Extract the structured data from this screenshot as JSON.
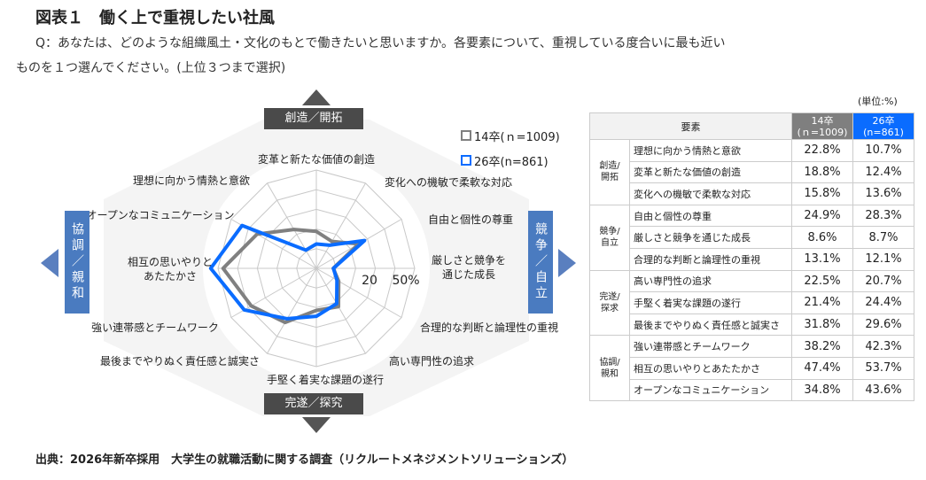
{
  "title": "図表１　働く上で重視したい社風",
  "question_line1": "Q：あなたは、どのような組織風土・文化のもとで働きたいと思いますか。各要素について、重視している度合いに最も近い",
  "question_line2": "ものを１つ選んでください。(上位３つまで選択)",
  "unit": "(単位:%)",
  "categories": {
    "top": "創造／開拓",
    "right": "競争／自立",
    "bottom": "完遂／探究",
    "left": "協調／親和"
  },
  "footer": "出典：2026年新卒採用　大学生の就職活動に関する調査（リクルートメネジメントソリューションズ）",
  "colors": {
    "s14": "#808080",
    "s26": "#0a6cff"
  },
  "chart_data": {
    "type": "radar",
    "axes": [
      "変革と新たな価値の創造",
      "変化への機敏で柔軟な対応",
      "自由と個性の尊重",
      "厳しさと競争を通じた成長",
      "合理的な判断と論理性の重視",
      "高い専門性の追求",
      "手堅く着実な課題の遂行",
      "最後までやりぬく責任感と誠実さ",
      "強い連帯感とチームワーク",
      "相互の思いやりとあたたかさ",
      "オープンなコミュニケーション",
      "理想に向かう情熱と意欲"
    ],
    "axis_labels": [
      "変革と新たな価値の創造",
      "変化への機敏で柔軟な対応",
      "自由と個性の尊重",
      "厳しさと競争を\n通じた成長",
      "合理的な判断と論理性の重視",
      "高い専門性の追求",
      "手堅く着実な課題の遂行",
      "最後までやりぬく責任感と誠実さ",
      "強い連帯感とチームワーク",
      "相互の思いやりと\nあたたかさ",
      "オープンなコミュニケーション",
      "理想に向かう情熱と意欲"
    ],
    "ticks": [
      "20",
      "50%"
    ],
    "range": [
      0,
      50
    ],
    "series": [
      {
        "name": "14卒(ｎ=1009)",
        "values": [
          18.8,
          15.8,
          24.9,
          8.6,
          13.1,
          22.5,
          21.4,
          31.8,
          38.2,
          47.4,
          34.8,
          22.8
        ]
      },
      {
        "name": "26卒(n=861)",
        "values": [
          12.4,
          13.6,
          28.3,
          8.7,
          12.1,
          20.7,
          24.4,
          29.6,
          42.3,
          53.7,
          43.6,
          10.7
        ]
      }
    ]
  },
  "table": {
    "header": {
      "element": "要素",
      "c14a": "14卒",
      "c14b": "(ｎ=1009)",
      "c26a": "26卒",
      "c26b": "(n=861)"
    },
    "groups": [
      {
        "name": "創造/\n開拓",
        "rows": [
          [
            "理想に向かう情熱と意欲",
            "22.8%",
            "10.7%"
          ],
          [
            "変革と新たな価値の創造",
            "18.8%",
            "12.4%"
          ],
          [
            "変化への機敏で柔軟な対応",
            "15.8%",
            "13.6%"
          ]
        ]
      },
      {
        "name": "競争/\n自立",
        "rows": [
          [
            "自由と個性の尊重",
            "24.9%",
            "28.3%"
          ],
          [
            "厳しさと競争を通じた成長",
            "8.6%",
            "8.7%"
          ],
          [
            "合理的な判断と論理性の重視",
            "13.1%",
            "12.1%"
          ]
        ]
      },
      {
        "name": "完遂/\n探求",
        "rows": [
          [
            "高い専門性の追求",
            "22.5%",
            "20.7%"
          ],
          [
            "手堅く着実な課題の遂行",
            "21.4%",
            "24.4%"
          ],
          [
            "最後までやりぬく責任感と誠実さ",
            "31.8%",
            "29.6%"
          ]
        ]
      },
      {
        "name": "協調/\n親和",
        "rows": [
          [
            "強い連帯感とチームワーク",
            "38.2%",
            "42.3%"
          ],
          [
            "相互の思いやりとあたたかさ",
            "47.4%",
            "53.7%"
          ],
          [
            "オープンなコミュニケーション",
            "34.8%",
            "43.6%"
          ]
        ]
      }
    ]
  }
}
